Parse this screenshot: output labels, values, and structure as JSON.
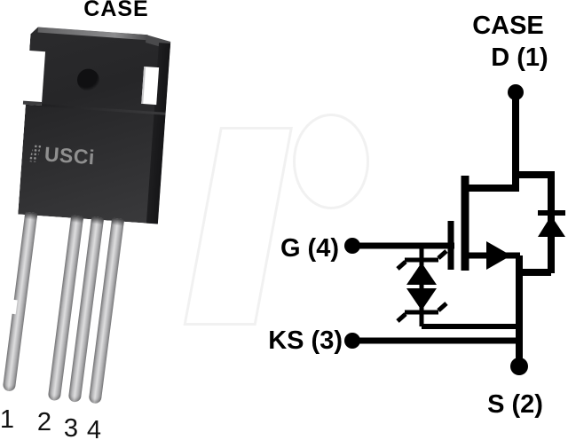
{
  "package": {
    "case_label": "CASE",
    "brand_logo": "USCi",
    "pin_numbers": [
      "1",
      "2",
      "3",
      "4"
    ]
  },
  "schematic": {
    "case_label": "CASE",
    "drain_label": "D (1)",
    "gate_label": "G (4)",
    "kelvin_source_label": "KS (3)",
    "source_label": "S (2)"
  },
  "colors": {
    "background": "#ffffff",
    "schematic_line": "#000000",
    "label_text": "#000000",
    "package_body": "#2e2e30",
    "package_side": "#1e1e20",
    "pin_metal": "#c2c2c4",
    "brand_text": "#8f8f8f",
    "watermark": "#f1f1f1"
  }
}
